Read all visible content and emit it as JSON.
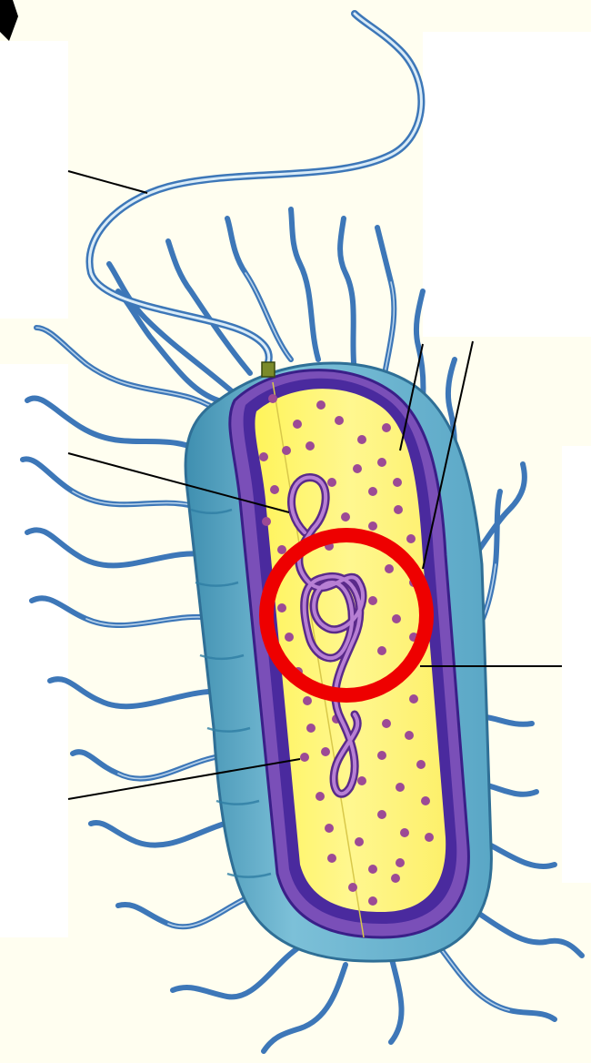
{
  "figure": {
    "subject": "bacterium-cell",
    "colors": {
      "background": "#fffef0",
      "capsule": "#6fb8d2",
      "capsule_shade": "#3f8fb0",
      "cell_wall": "#7a4fb8",
      "membrane": "#4a2a9e",
      "cytoplasm": "#fef46a",
      "ribosome": "#9c4a95",
      "nucleoid": "#9356b8",
      "appendage": "#3d77b8",
      "appendage_highlight": "#c4dcf0",
      "highlight_ring": "#ee0000",
      "leader_line": "#000000",
      "label_box": "#ffffff"
    },
    "label_boxes": [
      {
        "id": "flagellum-label"
      },
      {
        "id": "nucleoid-label"
      },
      {
        "id": "ribosome-label"
      },
      {
        "id": "wall-label"
      },
      {
        "id": "membrane-label"
      },
      {
        "id": "capsule-label"
      }
    ],
    "highlight": "nucleoid",
    "icon": "bacterium-icon"
  }
}
